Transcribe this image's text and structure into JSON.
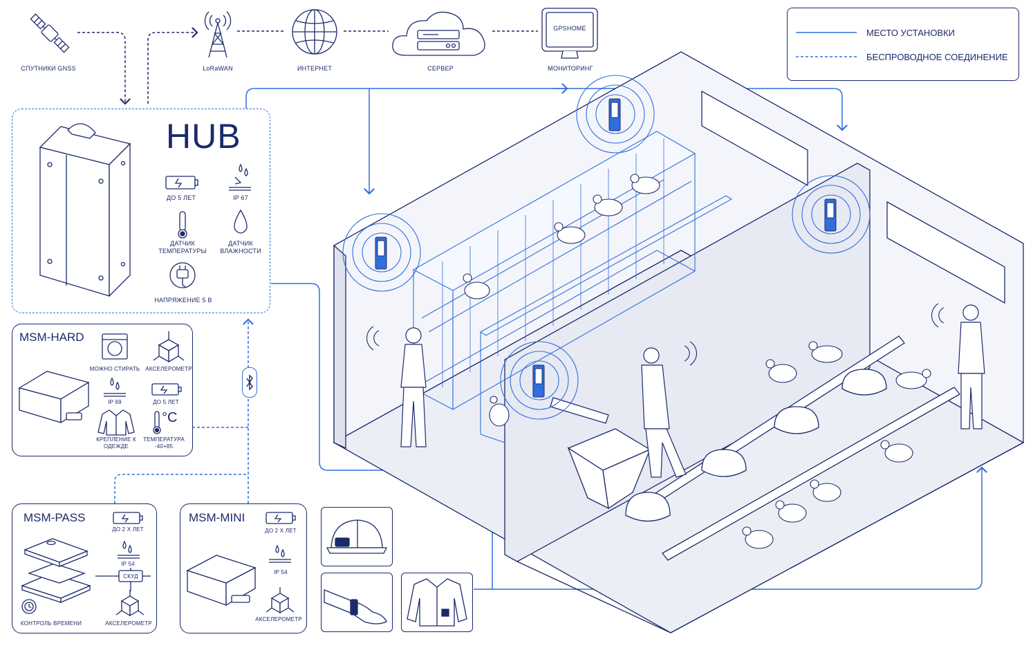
{
  "top_chain": {
    "satellites_label": "СПУТНИКИ GNSS",
    "lorawan_label": "LoRaWAN",
    "internet_label": "ИНТЕРНЕТ",
    "server_label": "СЕРВЕР",
    "monitoring_label": "МОНИТОРИНГ",
    "monitor_screen_text": "GPSHOME"
  },
  "legend": {
    "installation": "МЕСТО УСТАНОВКИ",
    "wireless": "БЕСПРОВОДНОЕ СОЕДИНЕНИЕ",
    "colors": {
      "solid": "#2f6fdc",
      "dashed": "#2f6fdc"
    }
  },
  "hub": {
    "title": "HUB",
    "features": [
      {
        "icon": "battery-icon",
        "label": "ДО 5 ЛЕТ"
      },
      {
        "icon": "water-drop-icon",
        "label": "IP 67"
      },
      {
        "icon": "thermometer-icon",
        "label": "ДАТЧИК ТЕМПЕРАТУРЫ"
      },
      {
        "icon": "humidity-icon",
        "label": "ДАТЧИК ВЛАЖНОСТИ"
      },
      {
        "icon": "power-plug-icon",
        "label": "НАПРЯЖЕНИЕ 5 В"
      }
    ]
  },
  "msm_hard": {
    "title": "MSM-HARD",
    "features": [
      {
        "icon": "washing-machine-icon",
        "label": "МОЖНО СТИРАТЬ"
      },
      {
        "icon": "accelerometer-icon",
        "label": "АКСЕЛЕРОМЕТР"
      },
      {
        "icon": "water-drop-icon",
        "label": "IP 69"
      },
      {
        "icon": "battery-icon",
        "label": "ДО 5 ЛЕТ"
      },
      {
        "icon": "jacket-icon",
        "label": "КРЕПЛЕНИЕ К ОДЕЖДЕ"
      },
      {
        "icon": "temperature-icon",
        "label": "ТЕМПЕРАТУРА -40+85"
      }
    ]
  },
  "msm_pass": {
    "title": "MSM-PASS",
    "features": [
      {
        "icon": "battery-icon",
        "label": "ДО 2 Х ЛЕТ"
      },
      {
        "icon": "water-drop-icon",
        "label": "IP 54"
      },
      {
        "icon": "access-control-icon",
        "label": "СКУД"
      },
      {
        "icon": "clock-icon",
        "label": "КОНТРОЛЬ ВРЕМЕНИ"
      },
      {
        "icon": "accelerometer-icon",
        "label": "АКСЕЛЕРОМЕТР"
      }
    ]
  },
  "msm_mini": {
    "title": "MSM-MINI",
    "features": [
      {
        "icon": "battery-icon",
        "label": "ДО 2 Х ЛЕТ"
      },
      {
        "icon": "water-drop-icon",
        "label": "IP 54"
      },
      {
        "icon": "accelerometer-icon",
        "label": "АКСЕЛЕРОМЕТР"
      }
    ]
  },
  "mounting": [
    {
      "icon": "helmet-icon"
    },
    {
      "icon": "wrist-icon"
    },
    {
      "icon": "jacket-icon"
    }
  ],
  "bluetooth": {
    "icon": "bluetooth-icon"
  }
}
